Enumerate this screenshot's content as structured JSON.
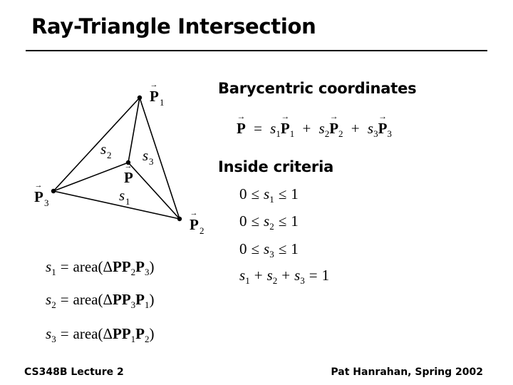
{
  "slide": {
    "title": "Ray-Triangle Intersection",
    "sections": {
      "barycentric_heading": "Barycentric coordinates",
      "inside_heading": "Inside criteria"
    },
    "diagram": {
      "vertex_letter": "P",
      "centroid_label": "P",
      "vertex_subscripts": [
        "1",
        "2",
        "3"
      ],
      "region_labels": [
        {
          "var": "s",
          "sub": "1"
        },
        {
          "var": "s",
          "sub": "2"
        },
        {
          "var": "s",
          "sub": "3"
        }
      ]
    },
    "equations": {
      "equals": "=",
      "plus": "+",
      "leq": "≤",
      "zero": "0",
      "one": "1",
      "area_open": "area(Δ",
      "area_close": ")",
      "point": "P",
      "var": "s",
      "subscripts": [
        "1",
        "2",
        "3"
      ]
    },
    "footer": {
      "left": "CS348B Lecture 2",
      "right": "Pat Hanrahan, Spring 2002"
    }
  }
}
